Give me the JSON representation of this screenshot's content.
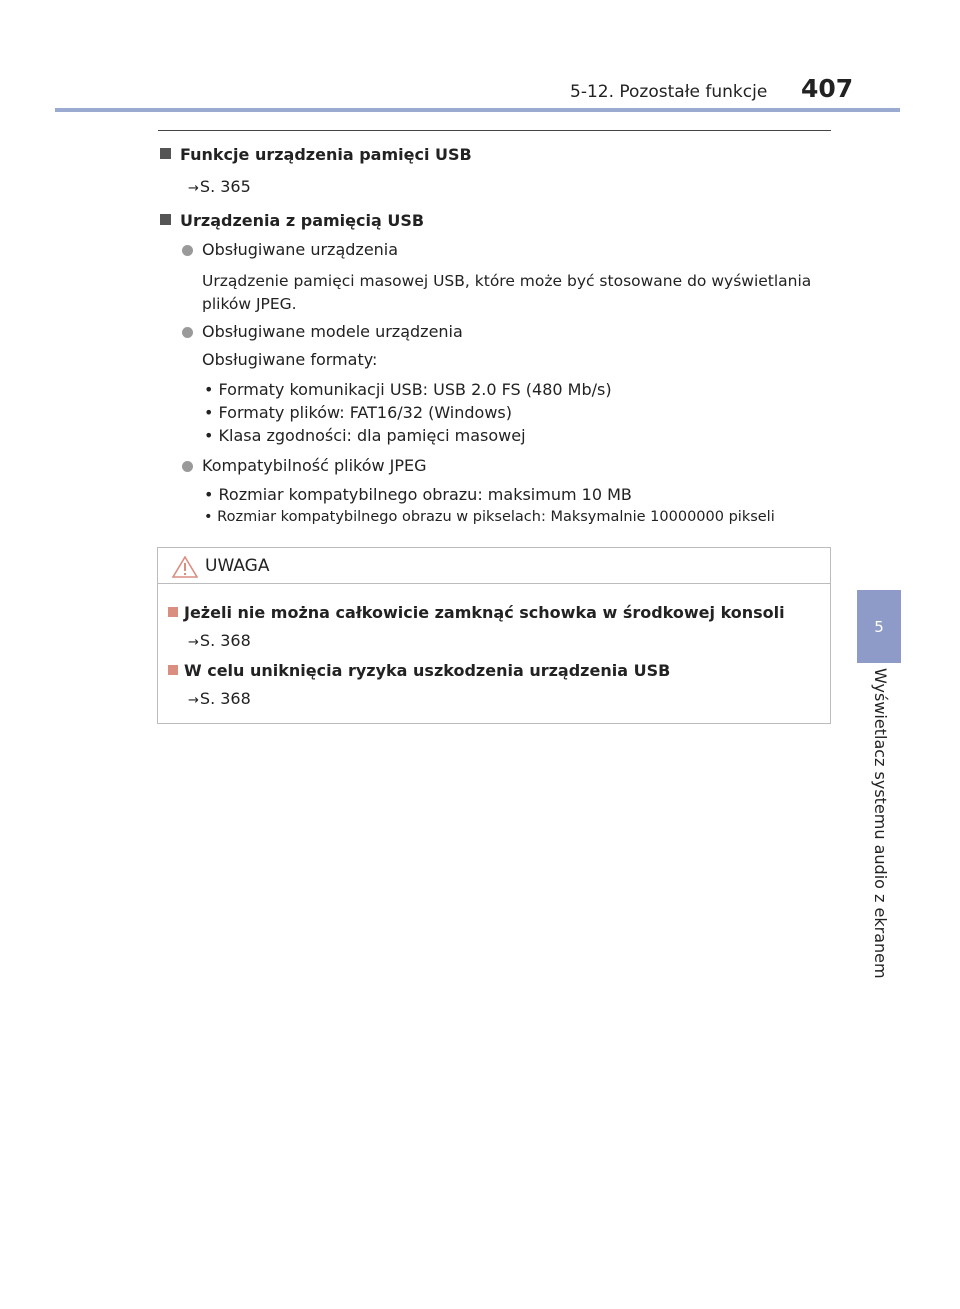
{
  "header": {
    "section": "5-12. Pozostałe funkcje",
    "page_number": "407"
  },
  "side_tab": {
    "chapter_number": "5",
    "chapter_title": "Wyświetlacz systemu audio z ekranem"
  },
  "sections": {
    "usb_functions": {
      "title": "Funkcje urządzenia pamięci USB",
      "ref": "S. 365"
    },
    "usb_devices": {
      "title": "Urządzenia z pamięcią USB",
      "supported_devices": {
        "title": "Obsługiwane urządzenia",
        "text": "Urządzenie pamięci masowej USB, które może być stosowane do wyświetlania plików JPEG."
      },
      "supported_models": {
        "title": "Obsługiwane modele urządzenia",
        "intro": "Obsługiwane formaty:",
        "bullets": [
          "Formaty komunikacji USB: USB 2.0 FS (480 Mb/s)",
          "Formaty plików: FAT16/32 (Windows)",
          "Klasa zgodności: dla pamięci masowej"
        ]
      },
      "jpeg_compat": {
        "title": "Kompatybilność plików JPEG",
        "bullets": [
          "Rozmiar kompatybilnego obrazu: maksimum 10 MB",
          "Rozmiar kompatybilnego obrazu w pikselach: Maksymalnie 10000000 pikseli"
        ]
      }
    }
  },
  "warning": {
    "title": "UWAGA",
    "items": [
      {
        "title": "Jeżeli nie można całkowicie zamknąć schowka w środkowej konsoli",
        "ref": "S. 368"
      },
      {
        "title": "W celu uniknięcia ryzyka uszkodzenia urządzenia USB",
        "ref": "S. 368"
      }
    ]
  },
  "colors": {
    "header_rule": "#9aaad0",
    "side_tab": "#8e9bc8",
    "warning_square": "#d98e80"
  }
}
